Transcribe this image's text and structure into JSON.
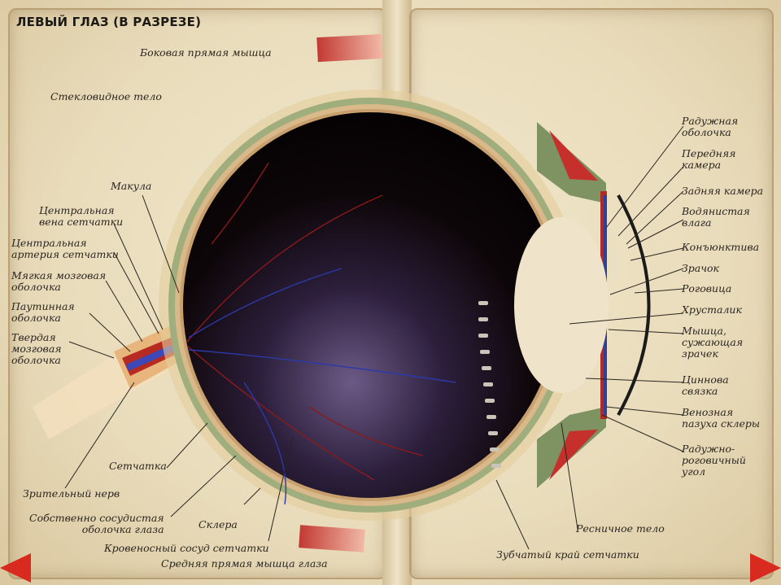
{
  "title": "ЛЕВЫЙ ГЛАЗ (В РАЗРЕЗЕ)",
  "labels": {
    "lateral_rectus": "Боковая прямая мышца",
    "vitreous": "Стекловидное тело",
    "macula": "Макула",
    "central_vein": "Центральная\nвена сетчатки",
    "central_artery": "Центральная\nартерия сетчатки",
    "pia": "Мягкая мозговая\nоболочка",
    "arachnoid": "Паутинная\nоболочка",
    "dura": "Твердая\nмозговая\nоболочка",
    "retina": "Сетчатка",
    "optic_nerve": "Зрительный нерв",
    "choroid": "Собственно сосудистая\nоболочка глаза",
    "sclera": "Склера",
    "retinal_vessel": "Кровеносный сосуд сетчатки",
    "medial_rectus": "Средняя прямая мышца глаза",
    "iris": "Радужная\nоболочка",
    "anterior_chamber": "Передняя\nкамера",
    "posterior_chamber": "Задняя камера",
    "aqueous": "Водянистая\nвлага",
    "conjunctiva": "Конъюнктива",
    "pupil": "Зрачок",
    "cornea": "Роговица",
    "lens": "Хрусталик",
    "sphincter": "Мышца,\nсужающая\nзрачек",
    "zonule": "Циннова\nсвязка",
    "schlemm": "Венозная\nпазуха склеры",
    "iridocorneal": "Радужно-\nроговичный\nугол",
    "ciliary_body": "Ресничное тело",
    "ora_serrata": "Зубчатый край сетчатки"
  },
  "colors": {
    "accent": "#d82a1e",
    "paper": "#efe4c8",
    "eye_interior": "#0d0608",
    "sclera_green": "#8a9b6b"
  },
  "nav": {
    "prev_icon": "left-arrow-icon",
    "next_icon": "right-arrow-icon"
  }
}
